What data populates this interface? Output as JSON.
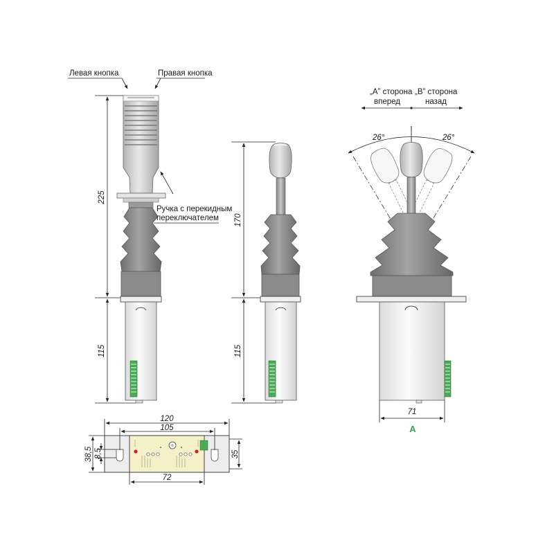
{
  "labels": {
    "left_button": "Левая кнопка",
    "right_button": "Правая кнопка",
    "handle_line1": "Ручка с перекидным",
    "handle_line2": "переключателем",
    "side_a_line1": "„A” сторона",
    "side_a_line2": "вперед",
    "side_b_line1": "„B” сторона",
    "side_b_line2": "назад",
    "view": "A"
  },
  "dimensions": {
    "handle_height": "225",
    "short_handle_height": "170",
    "body_height_1": "115",
    "body_height_2": "115",
    "body_width": "71",
    "angle_left": "26°",
    "angle_right": "26°",
    "plate_width": "120",
    "hole_spacing": "105",
    "plate_height": "38,5",
    "hole_offset": "8,5",
    "body_depth": "35",
    "pcb_width": "72"
  },
  "colors": {
    "grip": "#cfcfcf",
    "bellows": "#8a8a8a",
    "body": "#f4f4f4",
    "terminal": "#4aaa55",
    "led": "#cc2222",
    "pcb": "#f6f0c8",
    "view_label": "#3aa050"
  }
}
